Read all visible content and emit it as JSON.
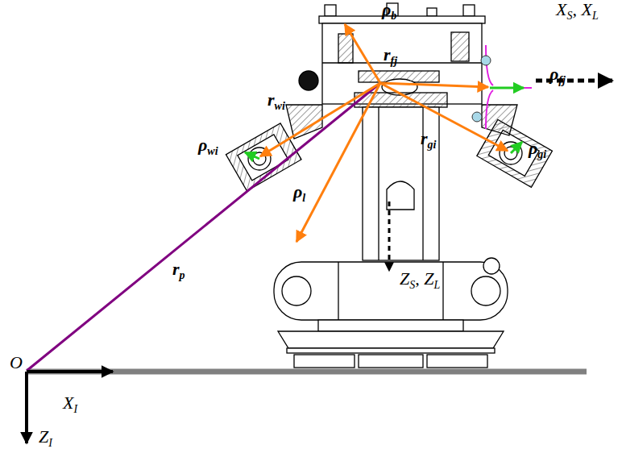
{
  "diagram": {
    "labels": [
      "ρb",
      "rfj",
      "ρfj",
      "XS, XL",
      "rwi",
      "ρwi",
      "rgi",
      "ρgi",
      "ρl",
      "rp",
      "ZS, ZL",
      "O",
      "XI",
      "ZI"
    ]
  }
}
